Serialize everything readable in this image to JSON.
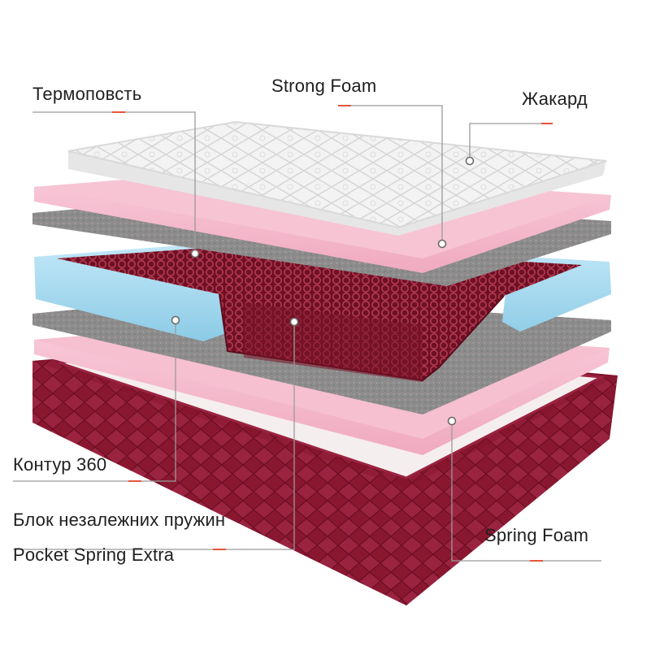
{
  "labels": {
    "termopovst": "Термоповсть",
    "strong_foam": "Strong Foam",
    "jakard": "Жакард",
    "kontur": "Контур 360",
    "blok": "Блок незалежних пружин",
    "pocket": "Pocket Spring Extra",
    "spring_foam": "Spring Foam"
  },
  "colors": {
    "accent_line": "#e6553a",
    "leader_line": "#9a9a9a",
    "top_cover": "#f2f2f2",
    "pink_foam": "#f4b9cc",
    "felt_gray": "#8e8e8e",
    "blue_contour": "#9fd7ef",
    "springs": "#8e1c34",
    "base_cover": "#8b1830"
  }
}
